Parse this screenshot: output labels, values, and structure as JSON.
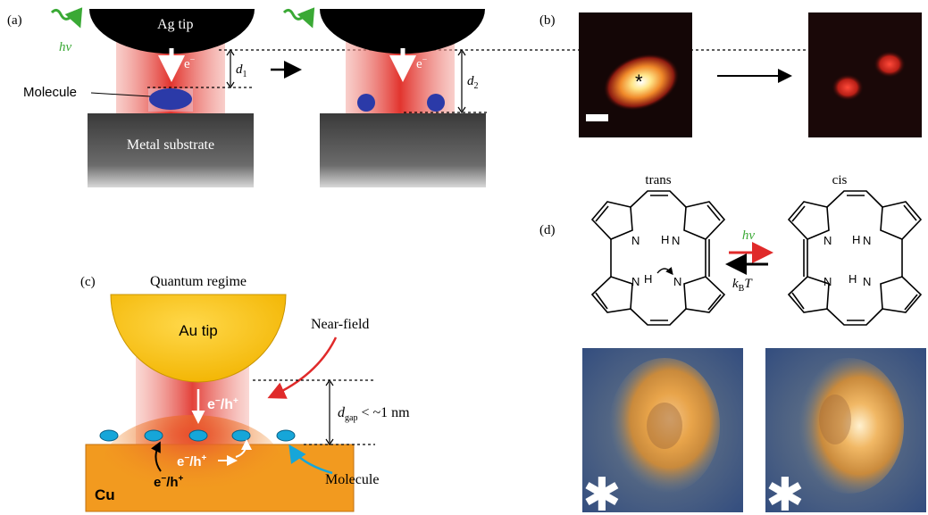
{
  "panel_a": {
    "label": "(a)",
    "photon": "hv",
    "tip": "Ag tip",
    "electron": "e",
    "electron_sup": "−",
    "molecule": "Molecule",
    "d1": "d",
    "d1_sub": "1",
    "d2": "d",
    "d2_sub": "2",
    "substrate": "Metal substrate"
  },
  "panel_b": {
    "label": "(b)",
    "marker": "*"
  },
  "panel_c": {
    "label": "(c)",
    "title": "Quantum regime",
    "tip": "Au tip",
    "near_field": "Near-field",
    "carrier": "e",
    "carrier_rest": "/h",
    "carrier_sup_minus": "−",
    "carrier_sup_plus": "+",
    "gap_symbol": "d",
    "gap_sub": "gap",
    "gap_rest": " < ~1 nm",
    "substrate": "Cu",
    "molecule": "Molecule"
  },
  "panel_d": {
    "label": "(d)",
    "trans": "trans",
    "cis": "cis",
    "light": "hv",
    "thermal": "k",
    "thermal_sub": "B",
    "thermal_t": "T",
    "atom_n": "N",
    "atom_h": "H",
    "marker": "✱"
  },
  "colors": {
    "tip_black": "#000000",
    "beam_red": "#e53b3b",
    "molecule_blue": "#2b3aa8",
    "substrate_gray": "#4a4a4a",
    "au_gold": "#f7c21a",
    "cu_orange": "#f29a1f",
    "cyan_molecule": "#16a6d9",
    "green_photon": "#3aa935",
    "arrow_red": "#e02a2a"
  }
}
